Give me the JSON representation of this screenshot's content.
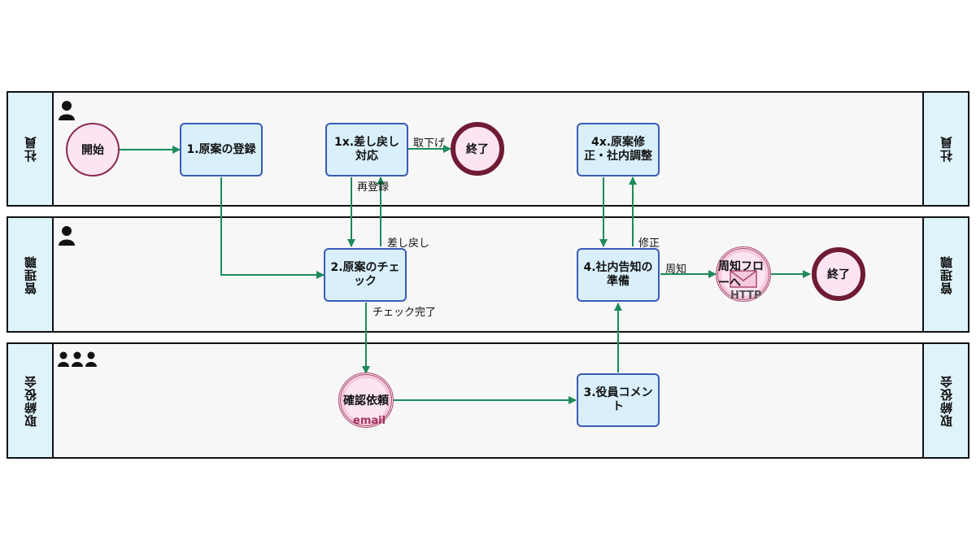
{
  "lanes": {
    "employee": "社員",
    "manager": "管理職",
    "board": "取締役会"
  },
  "nodes": {
    "start": "開始",
    "register_draft": "1.原案の登録",
    "remand_response": "1x.差し戻し対応",
    "end_top": "終了",
    "revise_draft": "4x.原案修正・社内調整",
    "check_draft": "2.原案のチェック",
    "prepare_notice": "4.社内告知の準備",
    "notice_flow": "周知フローへ",
    "notice_flow_sub": "HTTP",
    "end_mid": "終了",
    "request_confirm": "確認依頼",
    "request_confirm_sub": "email",
    "board_comment": "3.役員コメント"
  },
  "flow_labels": {
    "withdraw": "取下げ",
    "reregister": "再登録",
    "remand": "差し戻し",
    "check_done": "チェック完了",
    "revise": "修正",
    "notify": "周知"
  },
  "icons": {
    "single_user": "user-icon",
    "group": "users-group-icon"
  },
  "colors": {
    "lane_header": "#dff3fb",
    "task_fill": "#d9f0fc",
    "task_border": "#3b5bb5",
    "event_fill": "#fce4f2",
    "event_border": "#6e1b33",
    "flow": "#1e8a5a"
  }
}
